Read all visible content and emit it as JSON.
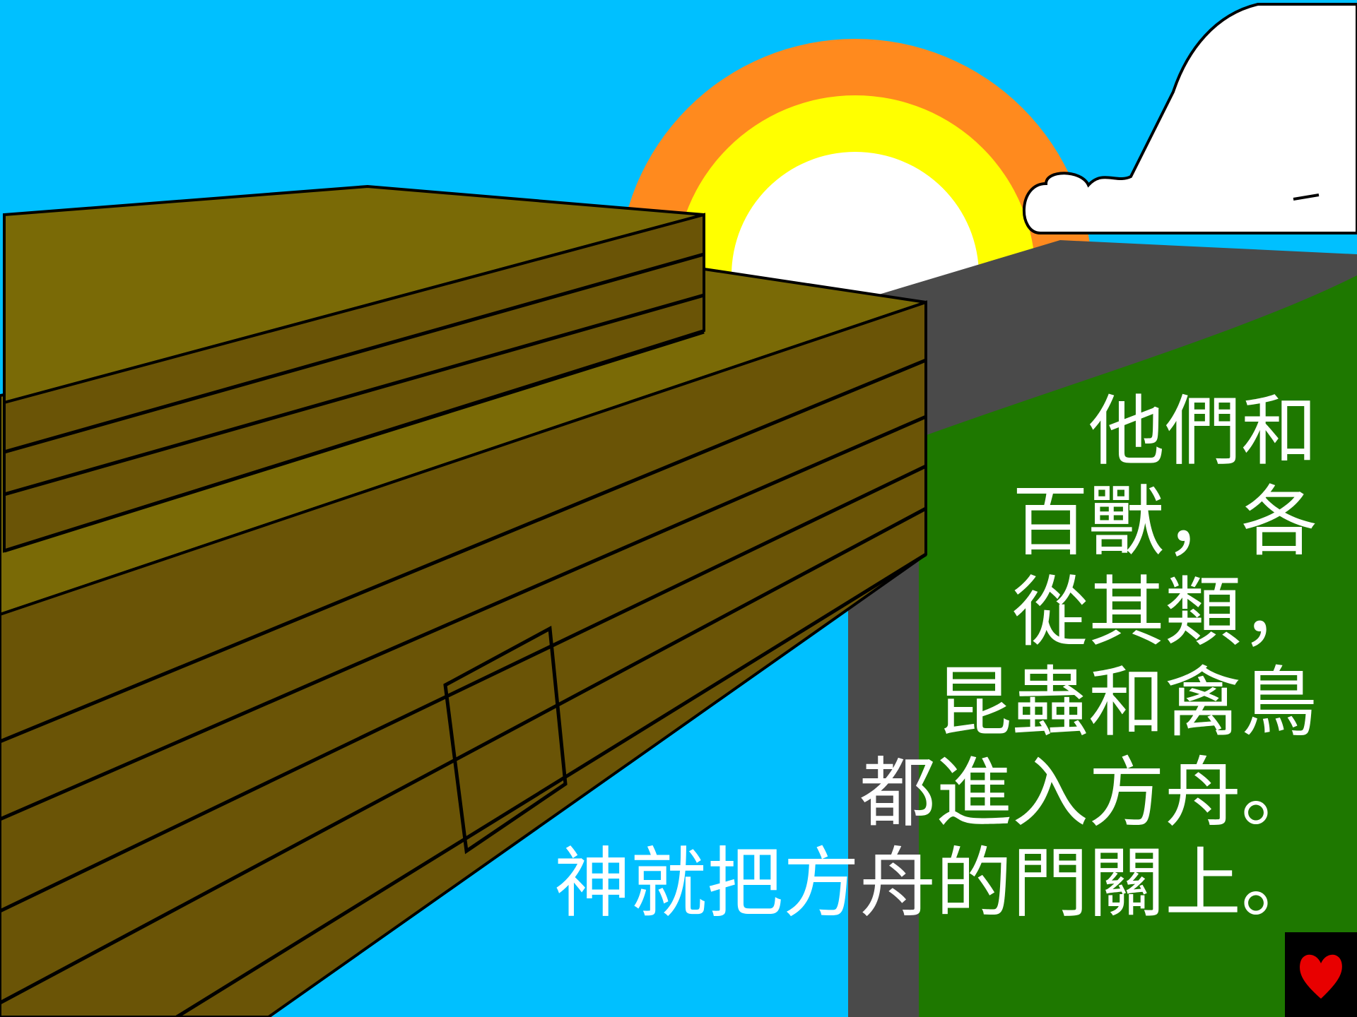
{
  "scene": {
    "caption_lines": [
      "他們和",
      "百獸，各",
      "從其類，",
      "昆蟲和禽鳥",
      "都進入方舟。",
      "神就把方舟的門關上。"
    ],
    "icons": {
      "sun": "rainbow-sun-icon",
      "cloud": "cloud-icon",
      "heart": "heart-icon"
    },
    "colors": {
      "sky": "#00c0ff",
      "grass": "#1e7800",
      "mountain": "#4a4a4a",
      "rainbow_outer": "#ff8a1e",
      "rainbow_middle": "#ffff00",
      "sun_core": "#ffffff",
      "ark_roof": "#7a6a06",
      "ark_side": "#6a5406",
      "ark_plank_line": "#000000",
      "cloud": "#ffffff",
      "heart": "#e80000"
    }
  }
}
